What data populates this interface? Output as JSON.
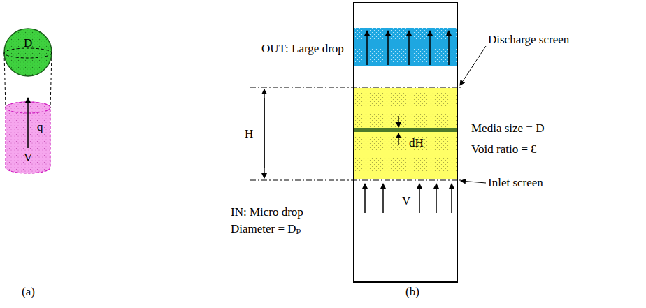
{
  "diagram": {
    "nodes": [
      {
        "text": [
          "D"
        ]
      },
      {
        "text": [
          "q",
          "V"
        ]
      },
      {
        "text": [
          "V"
        ]
      },
      {
        "text": [
          "dH"
        ],
        "in": 2
      }
    ],
    "labels": [
      "(a)",
      "(b)",
      "OUT: Large drop",
      "H",
      "IN: Micro drop",
      "Diameter = Dₚ",
      "Discharge screen",
      "Media size = D",
      "Void ratio = Ɛ",
      "Inlet screen"
    ]
  }
}
